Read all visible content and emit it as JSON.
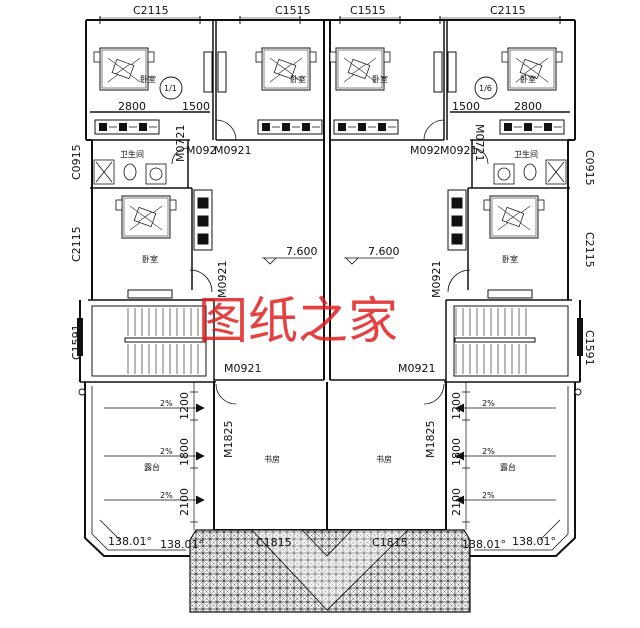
{
  "plan": {
    "windows": {
      "top_left": "C2115",
      "top_mid_left": "C1515",
      "top_mid_right": "C1515",
      "top_right": "C2115",
      "left_bath": "C0915",
      "right_bath": "C0915",
      "left_bed": "C2115",
      "right_bed": "C2115",
      "left_stair": "C1591",
      "right_stair": "C1591",
      "bottom_left": "C1815",
      "bottom_right": "C1815"
    },
    "doors": {
      "m0921_left_a": "M092",
      "m0921_left_b": "M0921",
      "m0921_right_a": "M092",
      "m0921_right_b": "M0921",
      "m0721_left": "M0721",
      "m0721_right": "M0721",
      "m0921_left_bed": "M0921",
      "m0921_right_bed": "M0921",
      "m0921_left_study": "M0921",
      "m0921_right_study": "M0921",
      "m1825_left": "M1825",
      "m1825_right": "M1825"
    },
    "dims": {
      "top_left_width": "2800",
      "top_left_gap": "1500",
      "top_right_gap": "1500",
      "top_right_width": "2800",
      "terrace_left": [
        "1200",
        "1800",
        "2100"
      ],
      "terrace_right": [
        "1200",
        "1800",
        "2100"
      ]
    },
    "axes": {
      "left": "1/1",
      "right": "1/6"
    },
    "elevations": {
      "left": "7.600",
      "right": "7.600"
    },
    "slopes": [
      "2%",
      "2%",
      "2%",
      "2%",
      "2%",
      "2%"
    ],
    "angles": [
      "138.01°",
      "138.01°",
      "138.01°",
      "138.01°"
    ],
    "rooms": {
      "bedroom": "卧室",
      "bathroom": "卫生间",
      "study": "书房",
      "terrace": "露台"
    },
    "watermark": "图纸之家"
  }
}
